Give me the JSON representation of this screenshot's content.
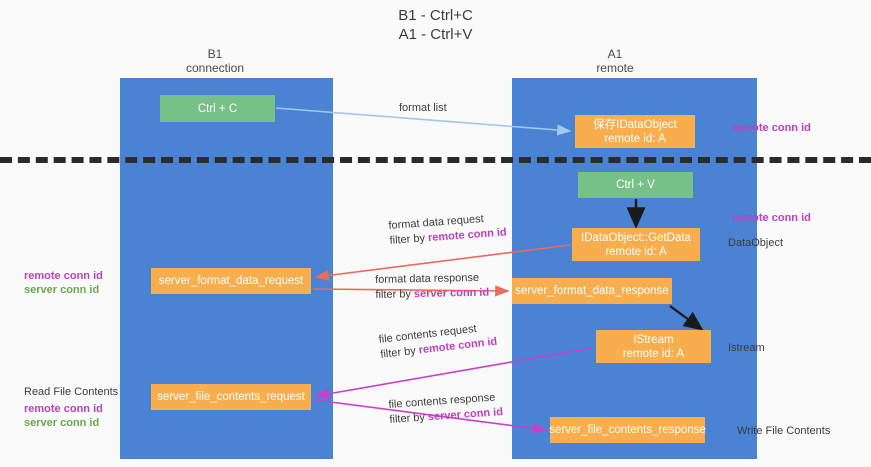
{
  "diagram": {
    "title_line1": "B1 - Ctrl+C",
    "title_line2": "A1 - Ctrl+V",
    "columns": [
      {
        "name": "B1",
        "role": "connection"
      },
      {
        "name": "A1",
        "role": "remote"
      }
    ],
    "boxes": {
      "ctrl_c": {
        "line1": "Ctrl + C",
        "line2": "",
        "color": "#76c187"
      },
      "idataobject": {
        "line1": "保存IDataObject",
        "line2": "remote id: A",
        "color": "#f9ae4d"
      },
      "ctrl_v": {
        "line1": "Ctrl + V",
        "line2": "",
        "color": "#76c187"
      },
      "getdata": {
        "line1": "IDataObject::GetData",
        "line2": "remote id: A",
        "color": "#f9ae4d"
      },
      "server_format_data_request": {
        "line1": "server_format_data_request",
        "line2": "",
        "color": "#f9ae4d"
      },
      "server_format_data_response": {
        "line1": "server_format_data_response",
        "line2": "",
        "color": "#f9ae4d"
      },
      "istream": {
        "line1": "IStream",
        "line2": "remote id: A",
        "color": "#f9ae4d"
      },
      "server_file_contents_request": {
        "line1": "server_file_contents_request",
        "line2": "",
        "color": "#f9ae4d"
      },
      "server_file_contents_response": {
        "line1": "server_file_contents_response",
        "line2": "",
        "color": "#f9ae4d"
      }
    },
    "edges": {
      "format_list": {
        "label": "format list",
        "filter_prefix": "",
        "filter_key": "",
        "color": "#9fc8ea"
      },
      "format_data_request": {
        "label": "format data request",
        "filter_prefix": "filter by ",
        "filter_key": "remote conn id",
        "color": "#ea6a5e"
      },
      "format_data_response": {
        "label": "format data response",
        "filter_prefix": "filter by ",
        "filter_key": "server conn id",
        "color": "#ea6a5e"
      },
      "file_contents_request": {
        "label": "file contents request",
        "filter_prefix": "filter by ",
        "filter_key": "remote conn id",
        "color": "#c840c8"
      },
      "file_contents_response": {
        "label": "file contents response",
        "filter_prefix": "filter by ",
        "filter_key": "server conn id",
        "color": "#c840c8"
      }
    },
    "annotations": {
      "remote_conn_id": "remote conn id",
      "server_conn_id": "server conn id",
      "dataobject": "DataObject",
      "istream": "Istream",
      "read_file_contents": "Read File Contents",
      "write_file_contents": "Write File Contents"
    },
    "colors": {
      "lane": "#4a82d4",
      "green_box": "#76c187",
      "orange_box": "#f9ae4d",
      "separator": "#2b2b2b",
      "remote_highlight": "#c040c0",
      "server_highlight": "#6aa84f",
      "arrow_blue": "#9fc8ea",
      "arrow_red": "#ea6a5e",
      "arrow_magenta": "#c840c8",
      "arrow_black": "#1a1a1a"
    }
  }
}
